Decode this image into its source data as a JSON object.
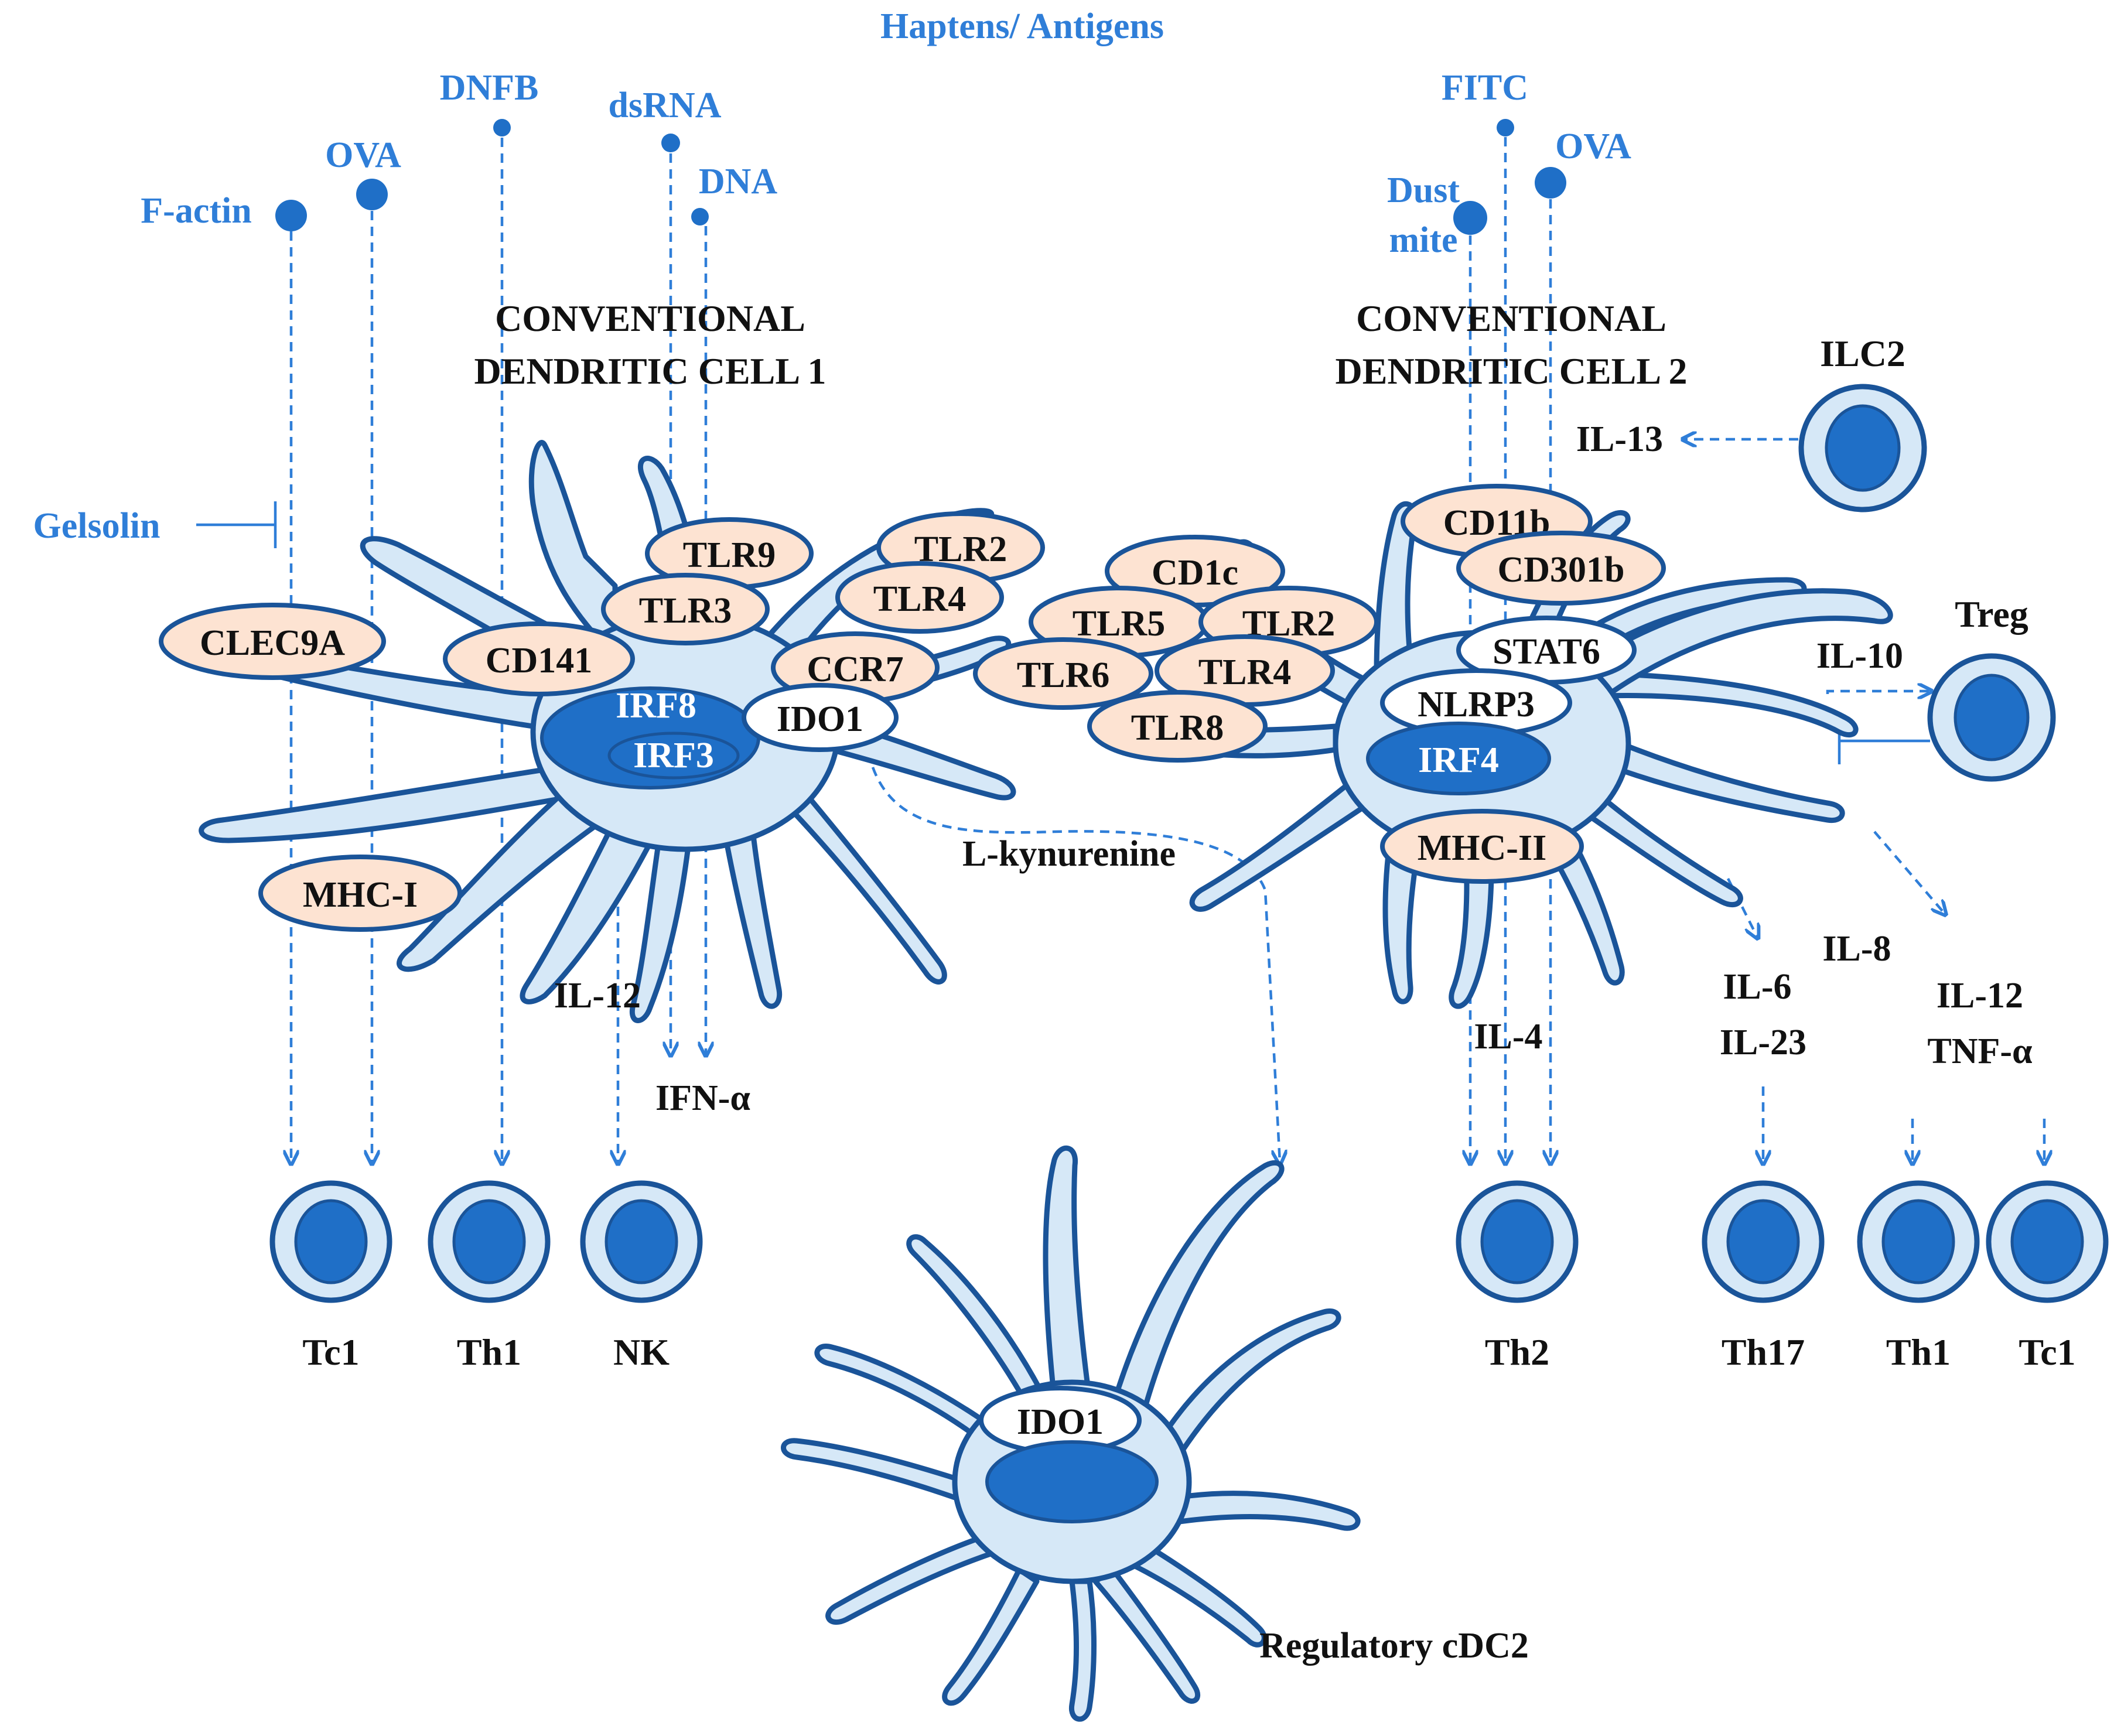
{
  "title": "Haptens/ Antigens",
  "antigens_cdc1": [
    "F-actin",
    "OVA",
    "DNFB",
    "dsRNA",
    "DNA"
  ],
  "antigens_cdc2": [
    "FITC",
    "OVA",
    "Dust",
    "mite"
  ],
  "gelsolin": "Gelsolin",
  "cdc1": {
    "title_line1": "CONVENTIONAL",
    "title_line2": "DENDRITIC CELL 1",
    "receptors": [
      "TLR9",
      "TLR2",
      "TLR3",
      "TLR4",
      "CLEC9A",
      "CD141",
      "CCR7",
      "MHC-I"
    ],
    "ido": "IDO1",
    "nucleus": [
      "IRF8",
      "IRF3"
    ]
  },
  "cdc2": {
    "title_line1": "CONVENTIONAL",
    "title_line2": "DENDRITIC CELL 2",
    "receptors": [
      "CD11b",
      "CD301b",
      "CD1c",
      "TLR5",
      "TLR2",
      "TLR6",
      "TLR4",
      "TLR8",
      "MHC-II"
    ],
    "stat": "STAT6",
    "nlrp": "NLRP3",
    "nucleus": "IRF4"
  },
  "regulatory": {
    "ido": "IDO1",
    "label": "Regulatory cDC2"
  },
  "cytokines": {
    "il13": "IL-13",
    "ilc2": "ILC2",
    "treg": "Treg",
    "il10": "IL-10",
    "lkyn": "L-kynurenine",
    "il12a": "IL-12",
    "ifna": "IFN-α",
    "il4": "IL-4",
    "il8": "IL-8",
    "il6": "IL-6",
    "il23": "IL-23",
    "il12b": "IL-12",
    "tnfa": "TNF-α"
  },
  "cells_bottom": [
    "Tc1",
    "Th1",
    "NK",
    "Th2",
    "Th17",
    "Th1",
    "Tc1"
  ],
  "colors": {
    "blue_text": "#2f7ed8",
    "cell_fill": "#d6e8f7",
    "nucleus": "#1f6fc7",
    "receptor": "#fde3d2",
    "outline": "#1a5499"
  }
}
